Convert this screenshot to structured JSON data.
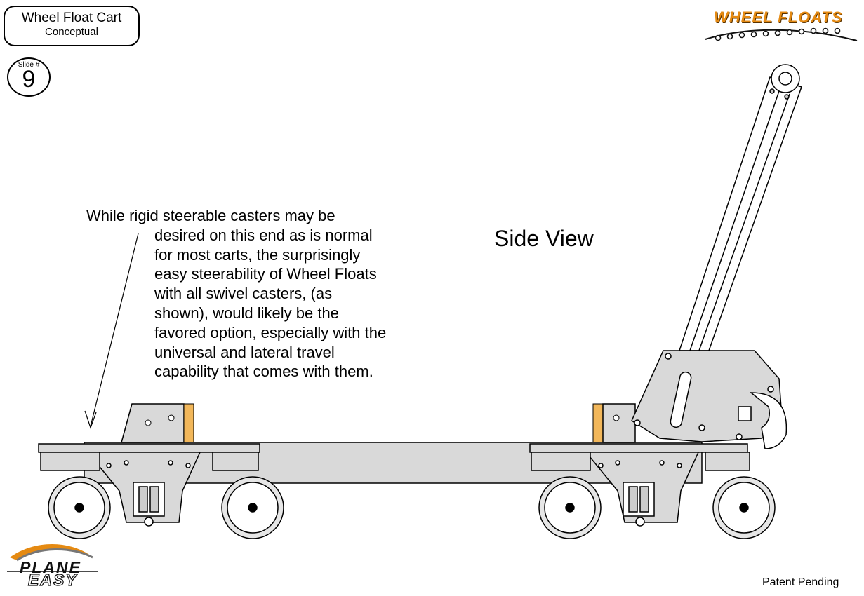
{
  "header": {
    "title": "Wheel Float Cart",
    "subtitle": "Conceptual",
    "slide_label": "Slide #",
    "slide_number": "9"
  },
  "logos": {
    "wheel_floats": "WHEEL FLOATS",
    "plane_easy_top": "PLANE",
    "plane_easy_bottom": "EASY"
  },
  "callout": {
    "lines": [
      "While rigid steerable casters may be",
      "desired on this end as is normal",
      "for most carts, the surprisingly",
      "easy steerability of Wheel Floats",
      "with all swivel casters, (as",
      "shown), would likely be the",
      "favored option, especially with the",
      "universal and lateral travel",
      "capability that comes with them."
    ]
  },
  "diagram": {
    "label": "Side View",
    "colors": {
      "frame_fill": "#d9d9d9",
      "accent_pad": "#f2b75a",
      "line": "#000000",
      "logo_orange": "#e58a12"
    }
  },
  "footer": {
    "patent": "Patent Pending"
  }
}
